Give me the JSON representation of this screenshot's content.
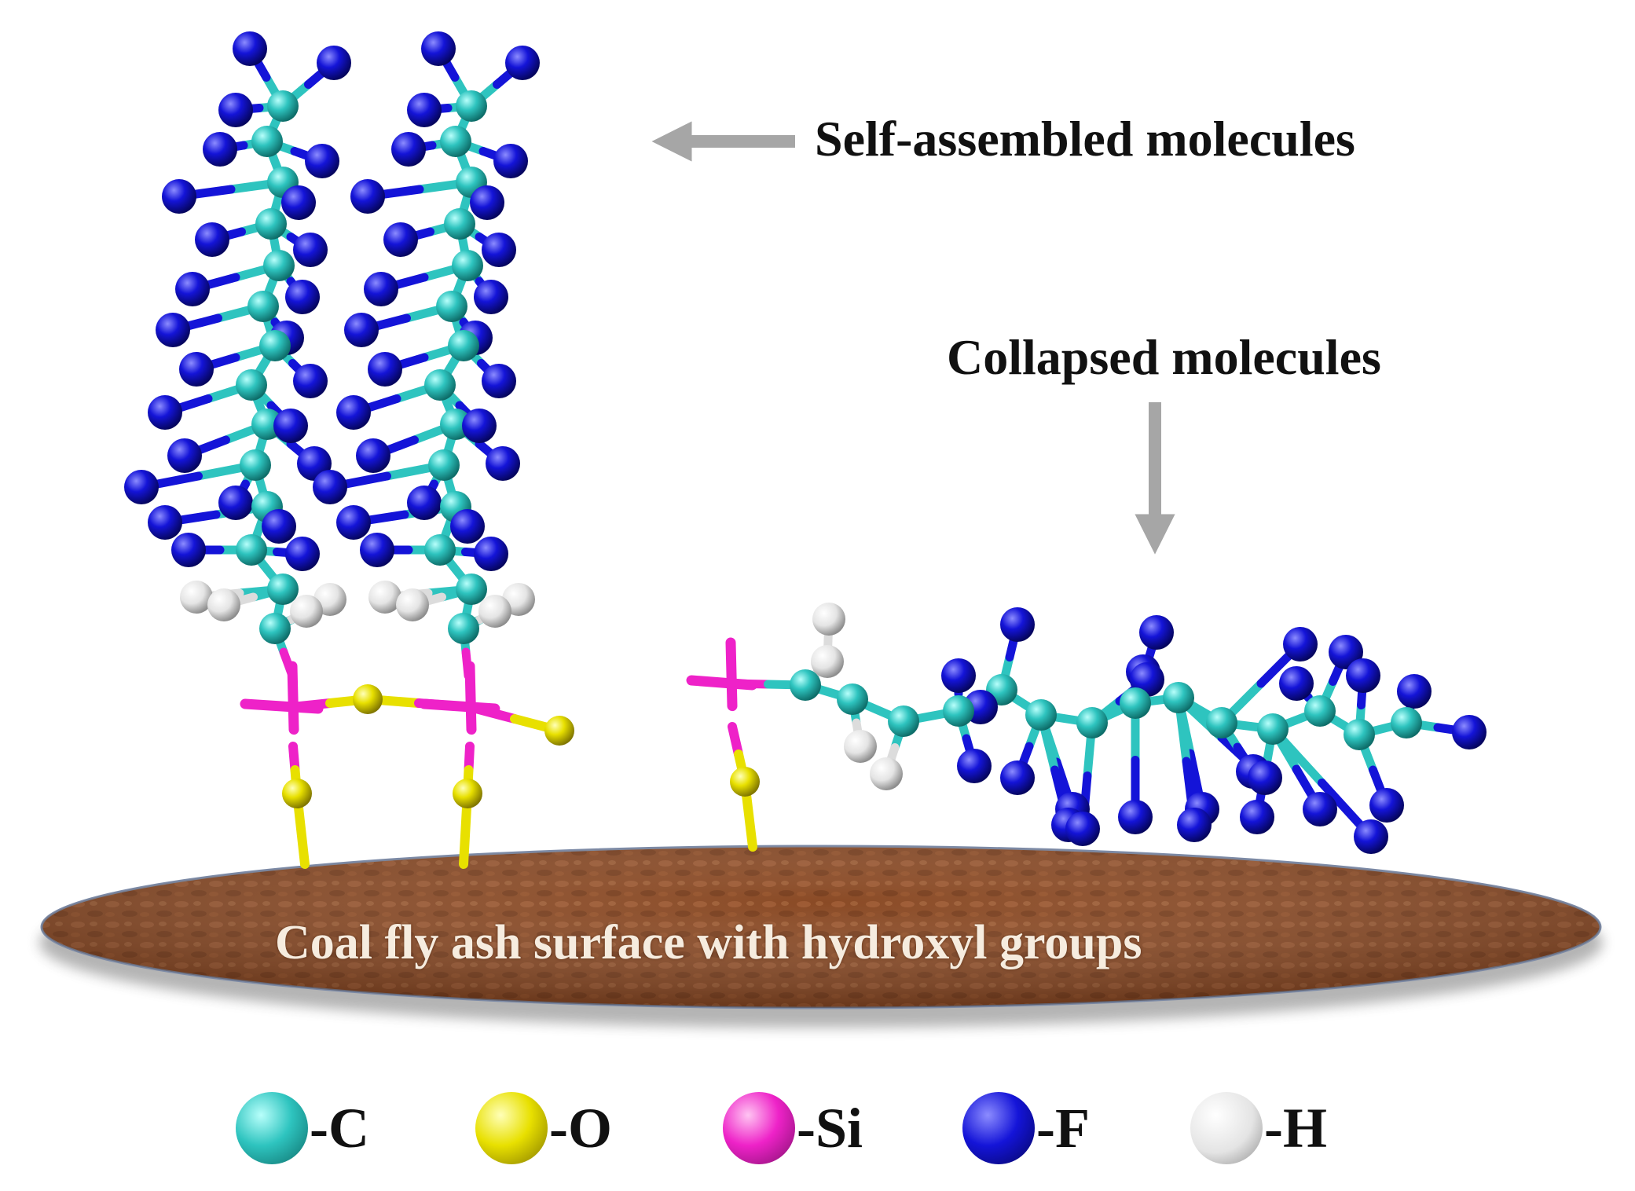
{
  "labels": {
    "self_assembled": "Self-assembled molecules",
    "collapsed": "Collapsed molecules",
    "surface": "Coal fly ash surface with hydroxyl groups"
  },
  "legend": [
    {
      "symbol": "-C",
      "element": "carbon",
      "color": "#2ec4bf"
    },
    {
      "symbol": "-O",
      "element": "oxygen",
      "color": "#e8e000"
    },
    {
      "symbol": "-Si",
      "element": "silicon",
      "color": "#ee22c8"
    },
    {
      "symbol": "-F",
      "element": "fluorine",
      "color": "#1414d8"
    },
    {
      "symbol": "-H",
      "element": "hydrogen",
      "color": "#e6e6e6"
    }
  ],
  "colors": {
    "surface": "#8a4a25",
    "arrow": "#a6a6a6"
  }
}
